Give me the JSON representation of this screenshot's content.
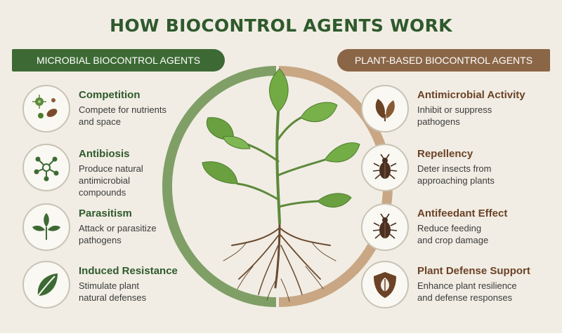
{
  "title": "HOW BIOCONTROL AGENTS WORK",
  "left_banner": "MICROBIAL BIOCONTROL AGENTS",
  "right_banner": "PLANT-BASED BIOCONTROL AGENTS",
  "colors": {
    "green_dark": "#3d6a34",
    "brown": "#8a6647",
    "ring_green": "#7f9f66",
    "ring_tan": "#c9a784",
    "background": "#f1ede4"
  },
  "left_items": [
    {
      "heading": "Competition",
      "desc": [
        "Compete for nutrients",
        "and space"
      ],
      "icon": "microbes-icon"
    },
    {
      "heading": "Antibiosis",
      "desc": [
        "Produce natural",
        "antimicrobial",
        "compounds"
      ],
      "icon": "molecule-icon"
    },
    {
      "heading": "Parasitism",
      "desc": [
        "Attack or parasitize",
        "pathogens"
      ],
      "icon": "leaves-icon"
    },
    {
      "heading": "Induced Resistance",
      "desc": [
        "Stimulate plant",
        "natural defenses"
      ],
      "icon": "leaf-icon"
    }
  ],
  "right_items": [
    {
      "heading": "Antimicrobial Activity",
      "desc": [
        "Inhibit or suppress",
        "pathogens"
      ],
      "icon": "leaf-pair-icon"
    },
    {
      "heading": "Repellency",
      "desc": [
        "Deter insects from",
        "approaching plants"
      ],
      "icon": "beetle-icon"
    },
    {
      "heading": "Antifeedant Effect",
      "desc": [
        "Reduce feeding",
        "and crop damage"
      ],
      "icon": "beetle-icon"
    },
    {
      "heading": "Plant Defense Support",
      "desc": [
        "Enhance plant resilience",
        "and defense responses"
      ],
      "icon": "shield-leaf-icon"
    }
  ]
}
